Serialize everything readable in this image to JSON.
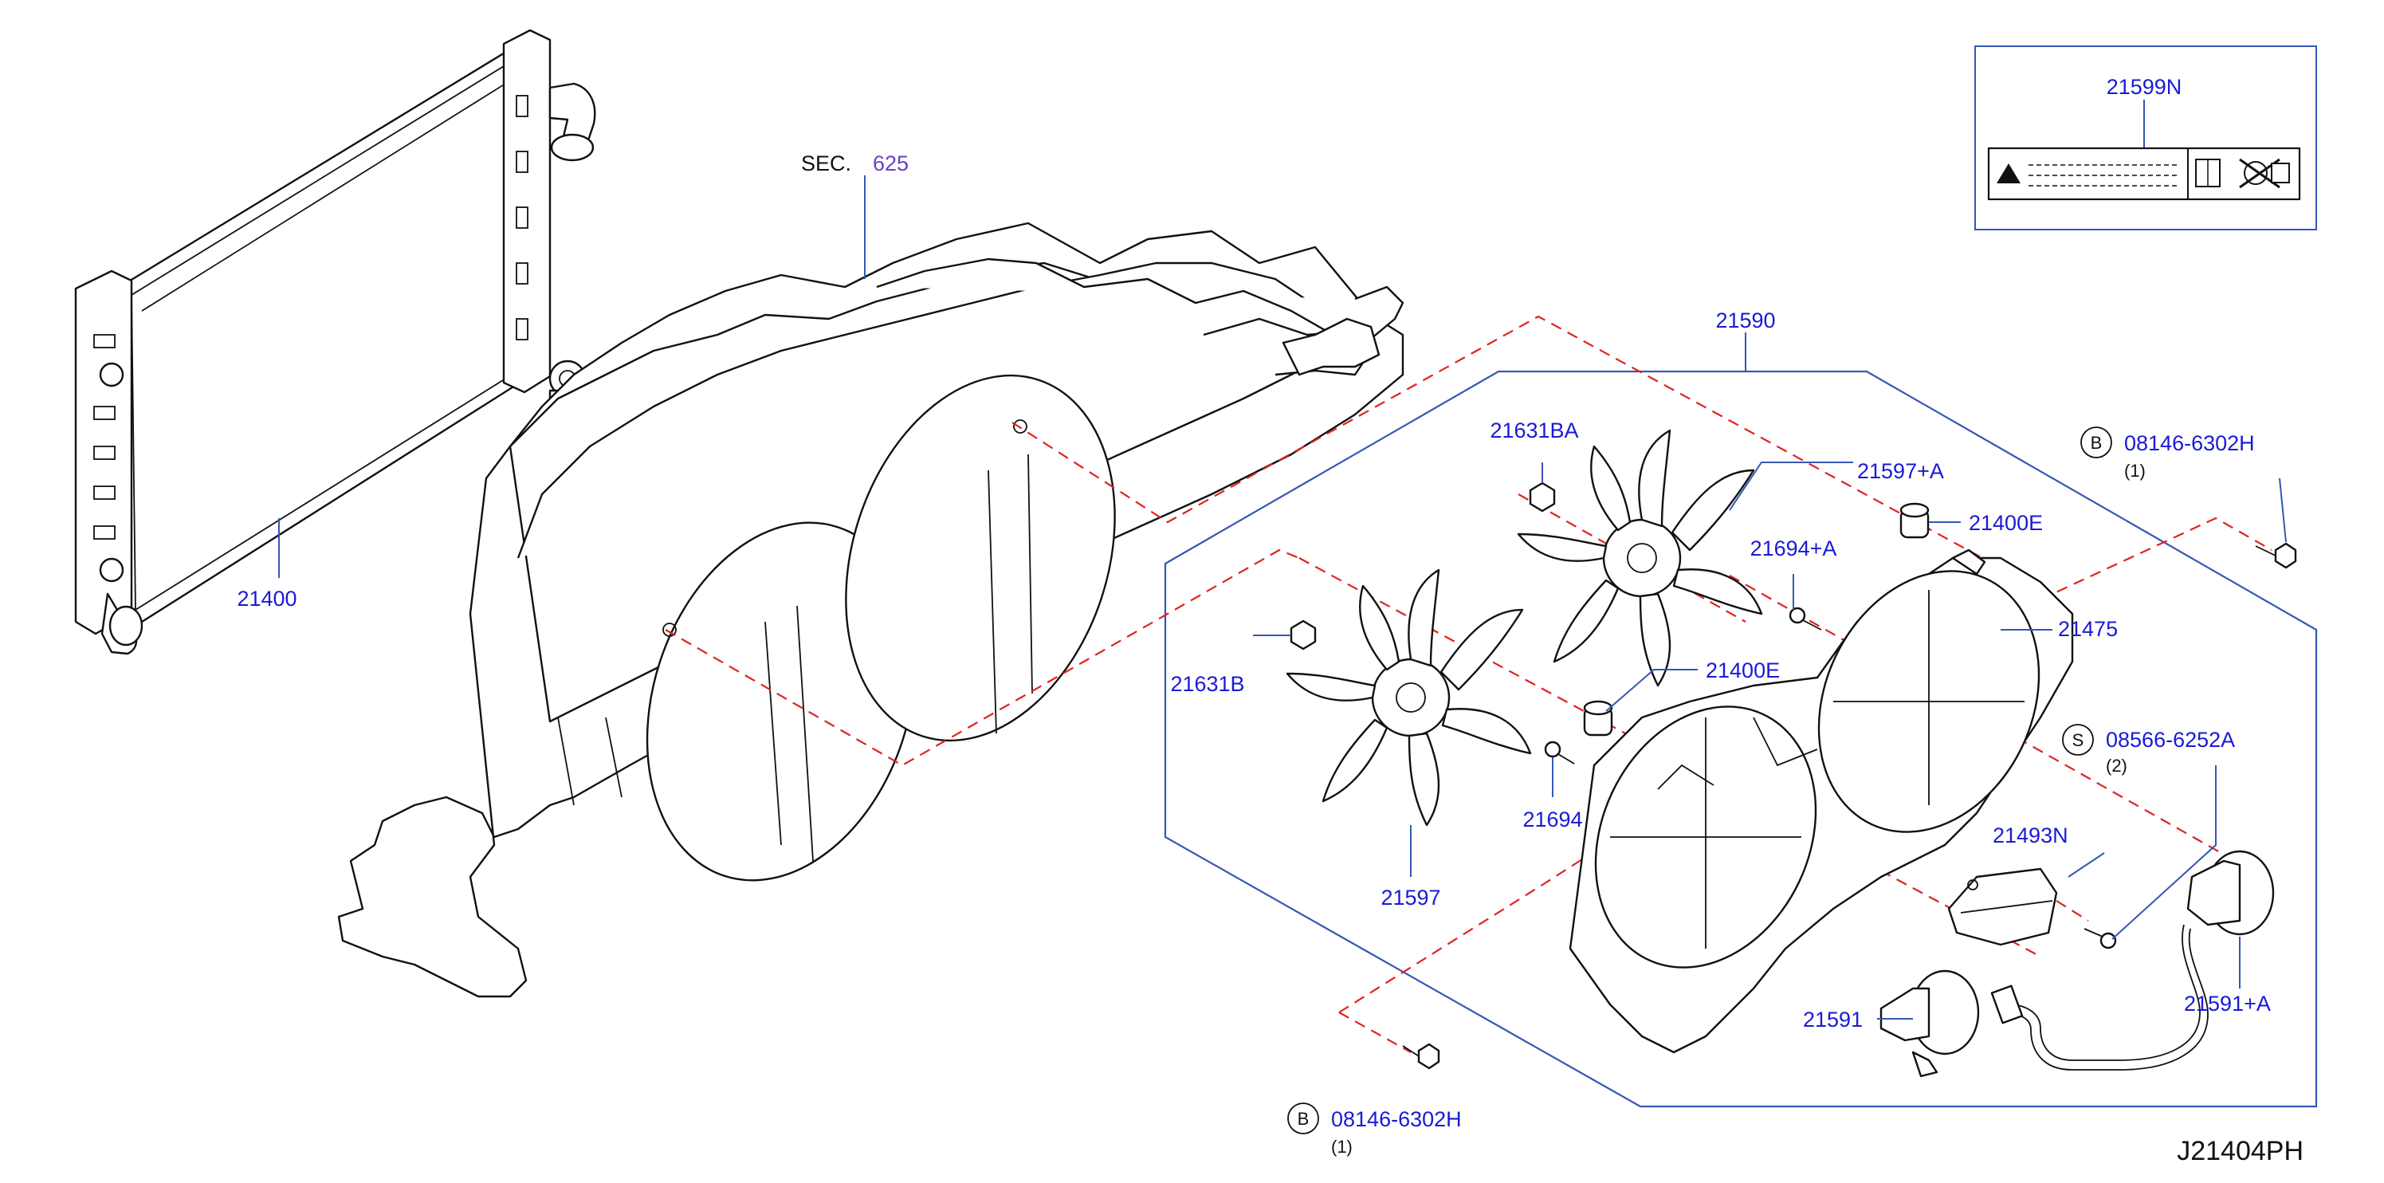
{
  "diagram_code": "J21404PH",
  "section_ref": {
    "prefix": "SEC.",
    "number": "625"
  },
  "labels": {
    "radiator": "21400",
    "fan_assembly": "21590",
    "fan_blade_upper": "21597+A",
    "fan_blade_lower": "21597",
    "nut_upper": "21631BA",
    "nut_lower": "21631B",
    "grommet_upper": "21400E",
    "grommet_lower": "21400E",
    "screw_upper": "21694+A",
    "screw_lower": "21694",
    "shroud": "21475",
    "control_unit": "21493N",
    "motor_lower": "21591",
    "motor_upper": "21591+A",
    "caution_label": "21599N"
  },
  "bolt_top": {
    "symbol": "B",
    "part": "08146-6302H",
    "qty": "(1)"
  },
  "bolt_bottom": {
    "symbol": "B",
    "part": "08146-6302H",
    "qty": "(1)"
  },
  "screw_s": {
    "symbol": "S",
    "part": "08566-6252A",
    "qty": "(2)"
  }
}
